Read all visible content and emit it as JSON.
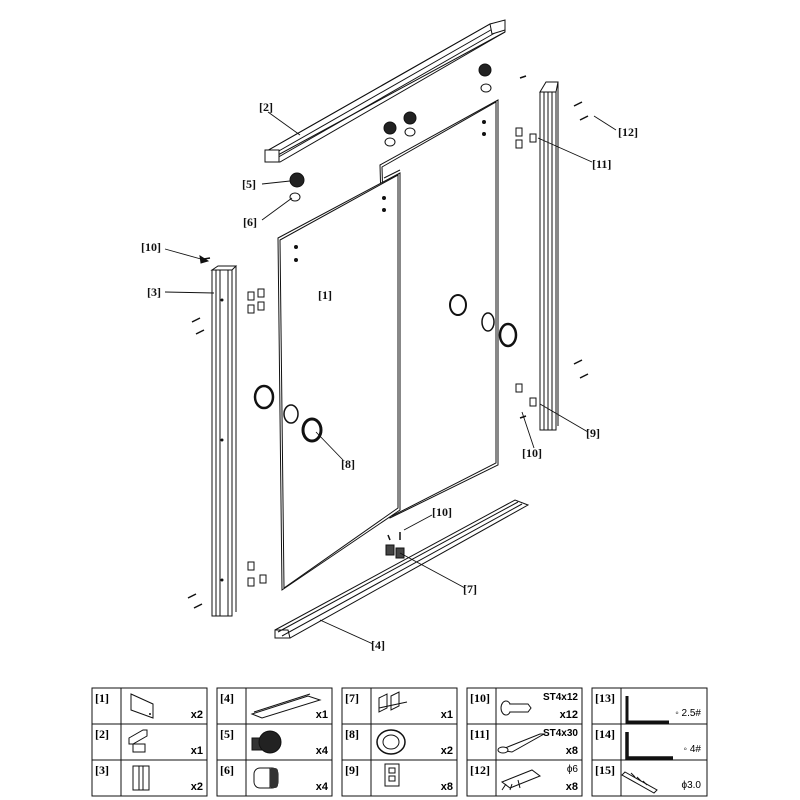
{
  "callouts": {
    "c2": "[2]",
    "c5": "[5]",
    "c6": "[6]",
    "c10a": "[10]",
    "c3": "[3]",
    "c1": "[1]",
    "c8": "[8]",
    "c12": "[12]",
    "c11": "[11]",
    "c9": "[9]",
    "c10b": "[10]",
    "c10c": "[10]",
    "c7": "[7]",
    "c4": "[4]"
  },
  "parts": [
    {
      "label": "[1]",
      "qty": "x2",
      "spec": "",
      "icon": "glass-panel-icon"
    },
    {
      "label": "[2]",
      "qty": "x1",
      "spec": "",
      "icon": "top-rail-icon"
    },
    {
      "label": "[3]",
      "qty": "x2",
      "spec": "",
      "icon": "wall-channel-icon"
    },
    {
      "label": "[4]",
      "qty": "x1",
      "spec": "",
      "icon": "bottom-track-icon"
    },
    {
      "label": "[5]",
      "qty": "x4",
      "spec": "",
      "icon": "roller-icon"
    },
    {
      "label": "[6]",
      "qty": "x4",
      "spec": "",
      "icon": "stopper-icon"
    },
    {
      "label": "[7]",
      "qty": "x1",
      "spec": "",
      "icon": "floor-guide-icon"
    },
    {
      "label": "[8]",
      "qty": "x2",
      "spec": "",
      "icon": "handle-ring-icon"
    },
    {
      "label": "[9]",
      "qty": "x8",
      "spec": "",
      "icon": "bracket-icon"
    },
    {
      "label": "[10]",
      "qty": "x12",
      "spec": "ST4x12",
      "icon": "short-screw-icon"
    },
    {
      "label": "[11]",
      "qty": "x8",
      "spec": "ST4x30",
      "icon": "long-screw-icon"
    },
    {
      "label": "[12]",
      "qty": "x8",
      "spec": "ϕ6",
      "icon": "wall-anchor-icon"
    },
    {
      "label": "[13]",
      "qty": "",
      "spec": "2.5#",
      "icon": "hex-key-2-5-icon"
    },
    {
      "label": "[14]",
      "qty": "",
      "spec": "4#",
      "icon": "hex-key-4-icon"
    },
    {
      "label": "[15]",
      "qty": "",
      "spec": "ϕ3.0",
      "icon": "drill-bit-icon"
    }
  ]
}
